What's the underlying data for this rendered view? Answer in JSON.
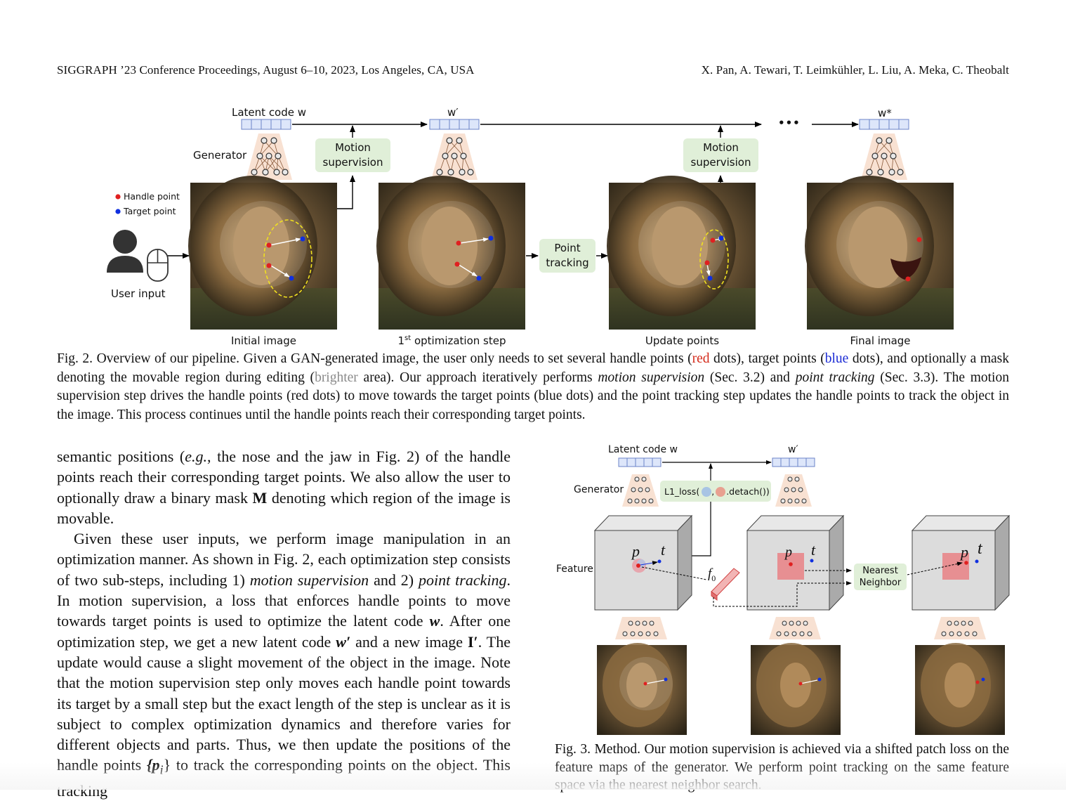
{
  "header": {
    "left": "SIGGRAPH ’23 Conference Proceedings, August 6–10, 2023, Los Angeles, CA, USA",
    "right": "X. Pan, A. Tewari, T. Leimkühler, L. Liu, A. Meka, C. Theobalt"
  },
  "fig2": {
    "latent_w": "Latent code w",
    "w_prime": "w′",
    "w_star": "w*",
    "ellipsis": "•••",
    "generator": "Generator",
    "motion_supervision_1": "Motion supervision",
    "motion_supervision_2": "Motion supervision",
    "point_tracking": "Point tracking",
    "legend_handle": "Handle point",
    "legend_target": "Target point",
    "user_input": "User input",
    "label_initial": "Initial image",
    "label_opt_prefix": "1",
    "label_opt_sup": "st",
    "label_opt_suffix": " optimization step",
    "label_update": "Update points",
    "label_final": "Final image",
    "colors": {
      "handle": "#e02020",
      "target": "#1030e0",
      "box": "#e0efd8",
      "latent": "#dde6fa",
      "generator": "#f8e1d2"
    }
  },
  "caption2": {
    "c1": "Fig. 2.  Overview of our pipeline. Given a GAN-generated image, the user only needs to set several handle points (",
    "red": "red",
    "c2": " dots), target points (",
    "blue": "blue",
    "c3": " dots), and optionally a mask denoting the movable region during editing (",
    "brighter": "brighter",
    "c4": " area). Our approach iteratively performs ",
    "motion": "motion supervision",
    "c5": " (Sec. 3.2) and ",
    "tracking": "point tracking",
    "c6": " (Sec. 3.3). The motion supervision step drives the handle points (red dots) to move towards the target points (blue dots) and the point tracking step updates the handle points to track the object in the image. This process continues until the handle points reach their corresponding target points."
  },
  "body": {
    "p1a": "semantic positions (",
    "p1eg": "e.g.",
    "p1b": ", the nose and the jaw in Fig. 2) of the handle points reach their corresponding target points. We also allow the user to optionally draw a binary mask ",
    "p1M": "M",
    "p1c": " denoting which region of the image is movable.",
    "p2a": "Given these user inputs, we perform image manipulation in an optimization manner. As shown in Fig. 2, each optimization step consists of two sub-steps, including 1) ",
    "p2ms": "motion supervision",
    "p2b": " and 2) ",
    "p2pt": "point tracking",
    "p2c": ". In motion supervision, a loss that enforces handle points to move towards target points is used to optimize the latent code ",
    "p2w": "w",
    "p2d": ". After one optimization step, we get a new latent code ",
    "p2wp": "w′",
    "p2e": " and a new image ",
    "p2Ip": "I′",
    "p2f": ". The update would cause a slight movement of the object in the image. Note that the motion supervision step only moves each handle point towards its target by a small step but the exact length of the step is unclear as it is subject to complex optimization dynamics and therefore varies for different objects and parts. Thus, we then update the positions of the handle points ",
    "p2pi": "{p",
    "p2sub": "i",
    "p2close": "}",
    "p2g": " to track the corresponding points on the object. This tracking"
  },
  "fig3": {
    "latent_w": "Latent code w",
    "w_prime": "w′",
    "generator": "Generator",
    "loss_prefix": "L1_loss(",
    "loss_comma": ",",
    "loss_suffix": ".detach())",
    "feature": "Feature",
    "p": "p",
    "t": "t",
    "f0": "f",
    "f0_sub": "0",
    "nearest": "Nearest Neighbor"
  },
  "caption3": {
    "text": "Fig. 3.  Method. Our motion supervision is achieved via a shifted patch loss on the feature maps of the generator. We perform point tracking on the same feature space via the nearest neighbor search."
  }
}
